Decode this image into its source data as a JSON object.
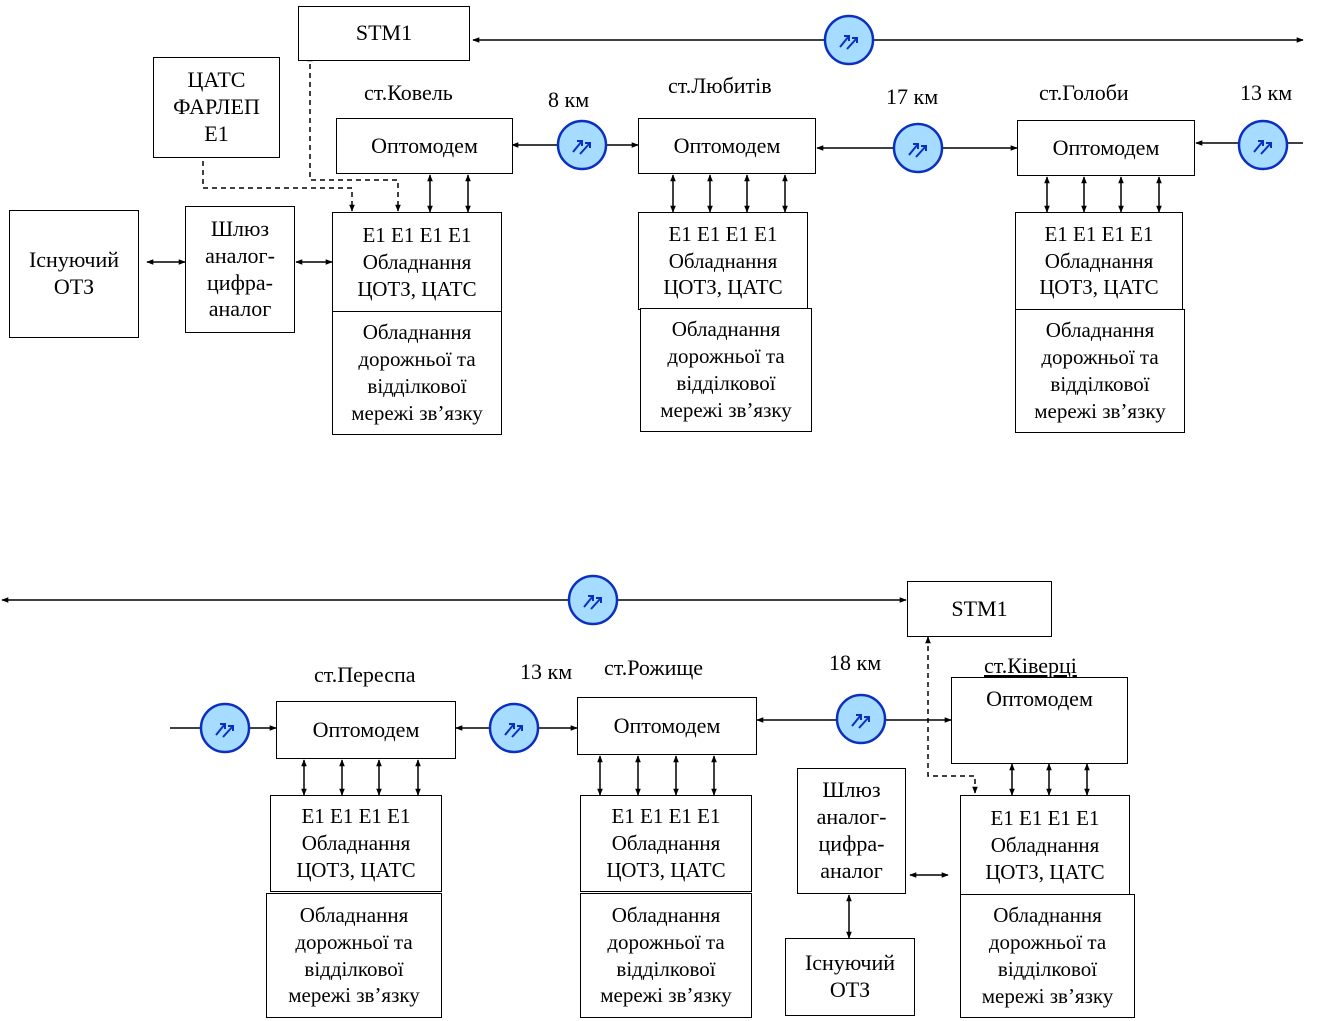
{
  "labels": {
    "stm1": "STM1",
    "optomodem": "Оптомодем",
    "e1_equipment": "Е1 Е1 Е1 Е1\nОбладнання\nЦОТЗ, ЦАТС",
    "road_equipment": "Обладнання\nдорожньої та\nвідділкової\nмережі зв’язку",
    "gateway": "Шлюз\nаналог-\nцифра-\nаналог",
    "existing_otz": "Існуючий\nОТЗ",
    "catc_farlep": "ЦАТС\nФАРЛЕП\nЕ1"
  },
  "stations": {
    "kovel": "ст.Ковель",
    "lyubytiv": "ст.Любитів",
    "holoby": "ст.Голоби",
    "perespa": "ст.Переспа",
    "rozhyshche": "ст.Рожище",
    "kivertsi": "ст.Ківерці"
  },
  "distances": {
    "kovel_lyubytiv": "8 км",
    "lyubytiv_holoby": "17 км",
    "holoby_next": "13 км",
    "perespa_rozhyshche": "13 км",
    "rozhyshche_kivertsi": "18 км"
  },
  "colors": {
    "repeater_fill": "#a6dcff",
    "repeater_stroke": "#0b2fbf",
    "line": "#000000"
  },
  "icons": {
    "repeater": "optical-regenerator-icon"
  }
}
